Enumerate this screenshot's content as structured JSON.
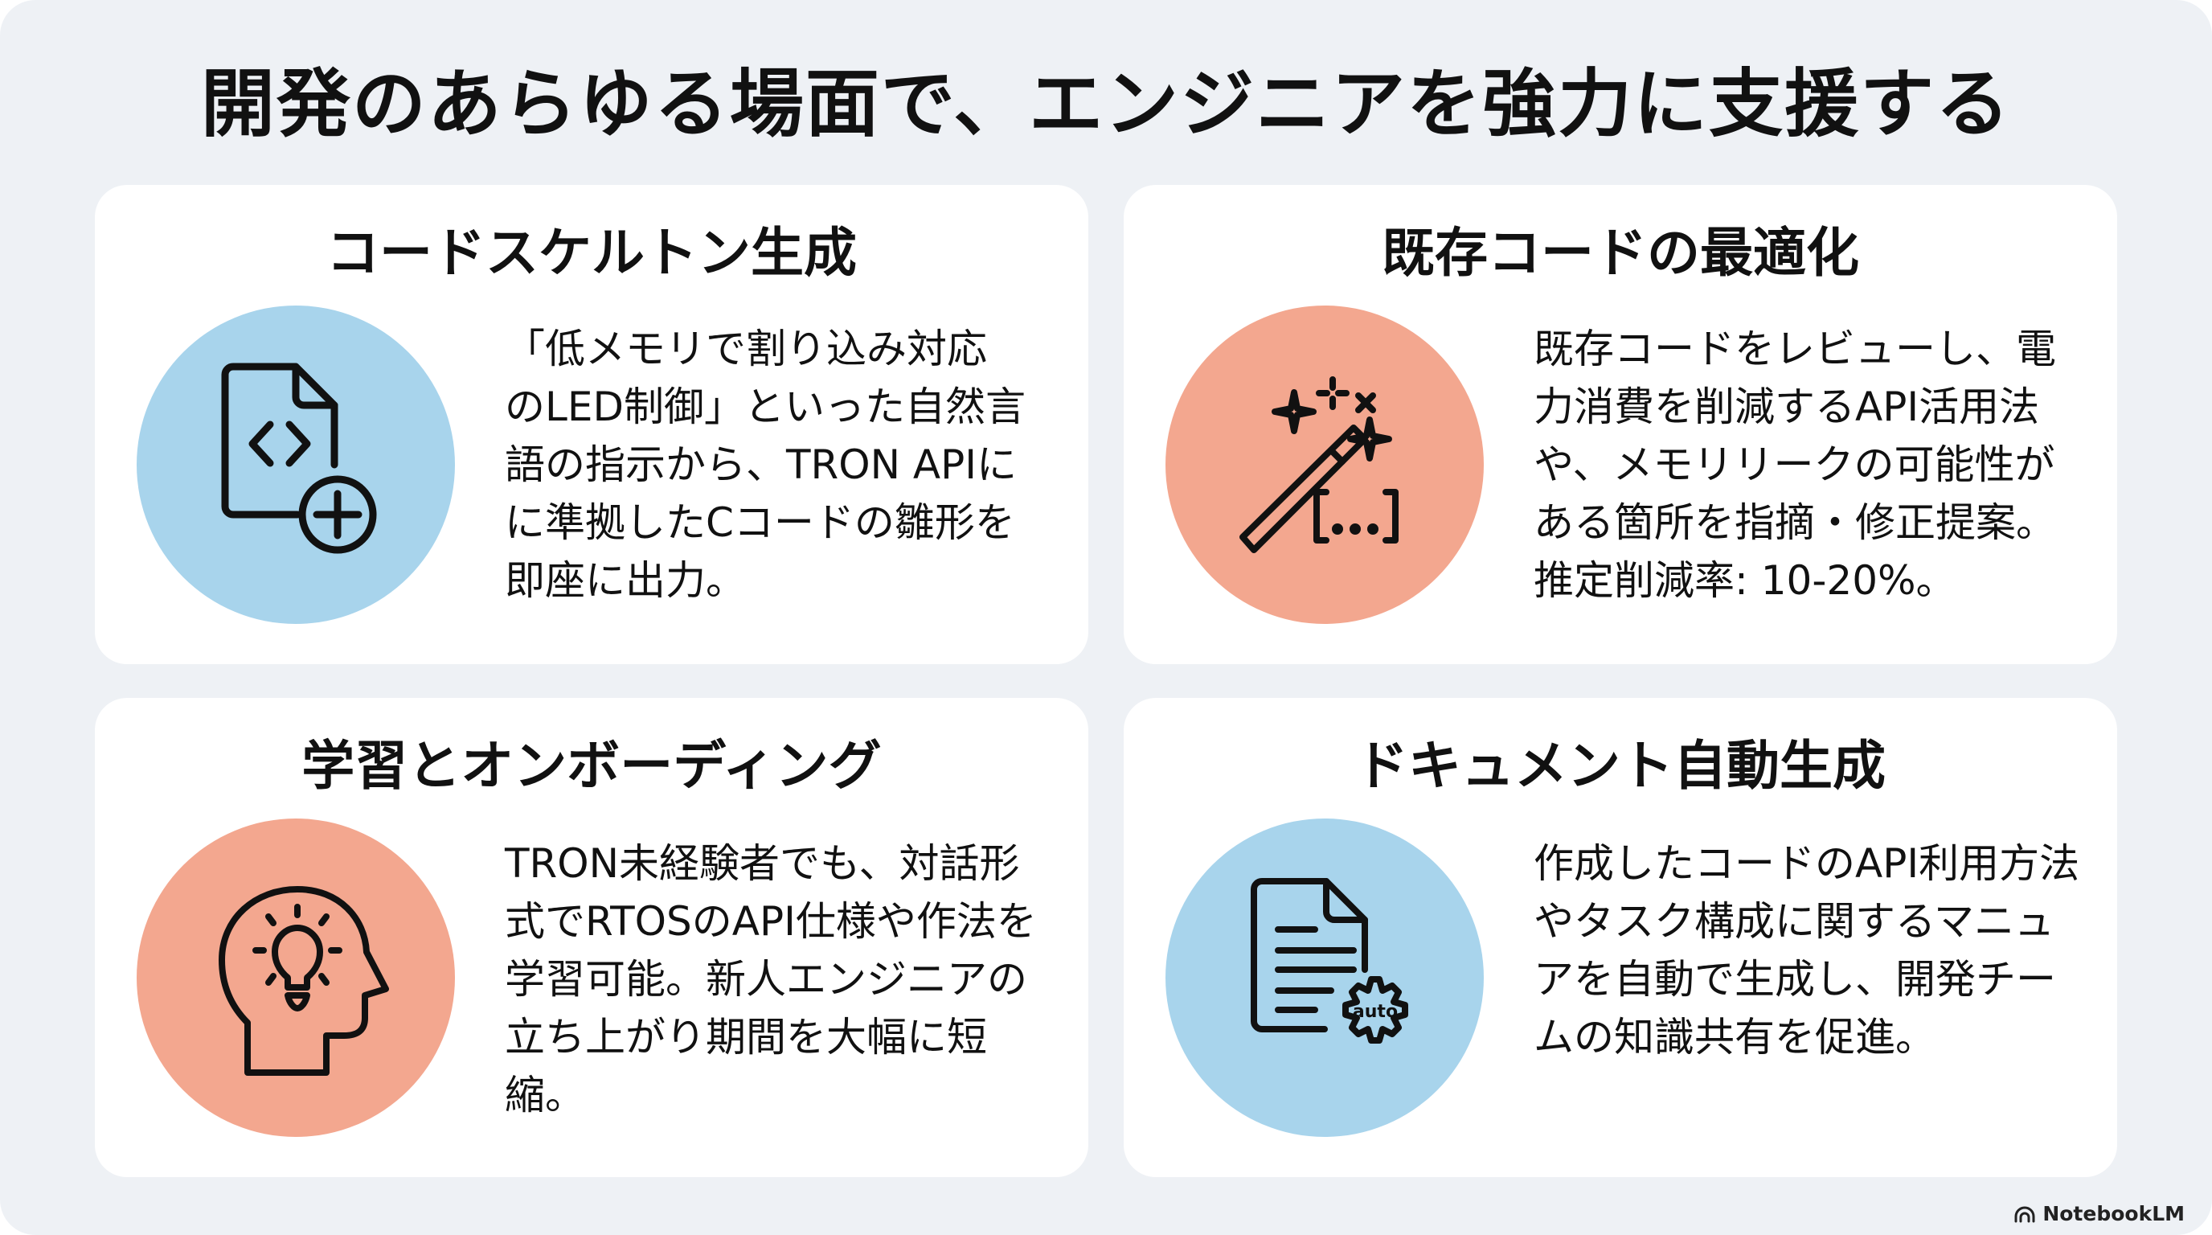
{
  "page": {
    "title": "開発のあらゆる場面で、エンジニアを強力に支援する"
  },
  "colors": {
    "background": "#eef1f5",
    "card": "#ffffff",
    "accent_blue": "#a8d4ec",
    "accent_coral": "#f3a78f",
    "text": "#111111"
  },
  "cards": [
    {
      "title": "コードスケルトン生成",
      "icon": "code-file-add-icon",
      "icon_bg": "#a8d4ec",
      "body": "「低メモリで割り込み対応\nのLED制御」といった自然言\n語の指示から、TRON APIに\nに準拠したCコードの雛形を\n即座に出力。"
    },
    {
      "title": "既存コードの最適化",
      "icon": "magic-wand-icon",
      "icon_bg": "#f3a78f",
      "icon_label": "[...]",
      "body": "既存コードをレビューし、電\n力消費を削減するAPI活用法\nや、メモリリークの可能性が\nある箇所を指摘・修正提案。\n推定削減率: 10-20%。"
    },
    {
      "title": "学習とオンボーディング",
      "icon": "head-lightbulb-icon",
      "icon_bg": "#f3a78f",
      "body": "TRON未経験者でも、対話形\n式でRTOSのAPI仕様や作法を\n学習可能。新人エンジニアの\n立ち上がり期間を大幅に短\n縮。"
    },
    {
      "title": "ドキュメント自動生成",
      "icon": "document-gear-icon",
      "icon_bg": "#a8d4ec",
      "icon_label": "auto",
      "body": "作成したコードのAPI利用方法\nやタスク構成に関するマニュ\nアを自動で生成し、開発チー\nムの知識共有を促進。"
    }
  ],
  "footer": {
    "brand": "NotebookLM",
    "brand_icon": "notebooklm-logo-icon"
  }
}
